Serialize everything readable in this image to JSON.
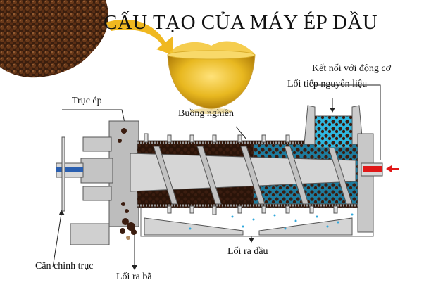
{
  "title": "CẤU TẠO CỦA MÁY ÉP DẦU",
  "labels": {
    "motor_connection": "Kết nối với động cơ",
    "feed_inlet": "Lối tiếp nguyên liệu",
    "press_shaft": "Trục ép",
    "crushing_chamber": "Buồng nghiền",
    "oil_outlet": "Lối ra dầu",
    "shaft_alignment": "Căn chinh trục",
    "residue_outlet": "Lối ra bã"
  },
  "colors": {
    "seed": "#4a2812",
    "oil": "#e8b820",
    "steel": "#c8c8c8",
    "material": "#3b1d10",
    "oil_blue": "#2fb8e0",
    "coupling_blue": "#2a5fb0",
    "coupling_red": "#e01818"
  }
}
